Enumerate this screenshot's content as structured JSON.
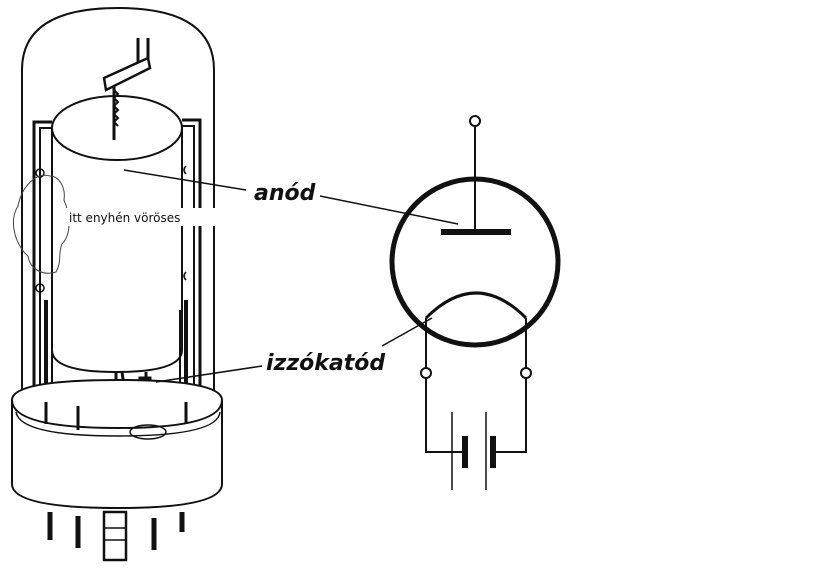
{
  "labels": {
    "anode": "anód",
    "cathode": "izzókatód",
    "note": "itt enyhén vöröses"
  }
}
